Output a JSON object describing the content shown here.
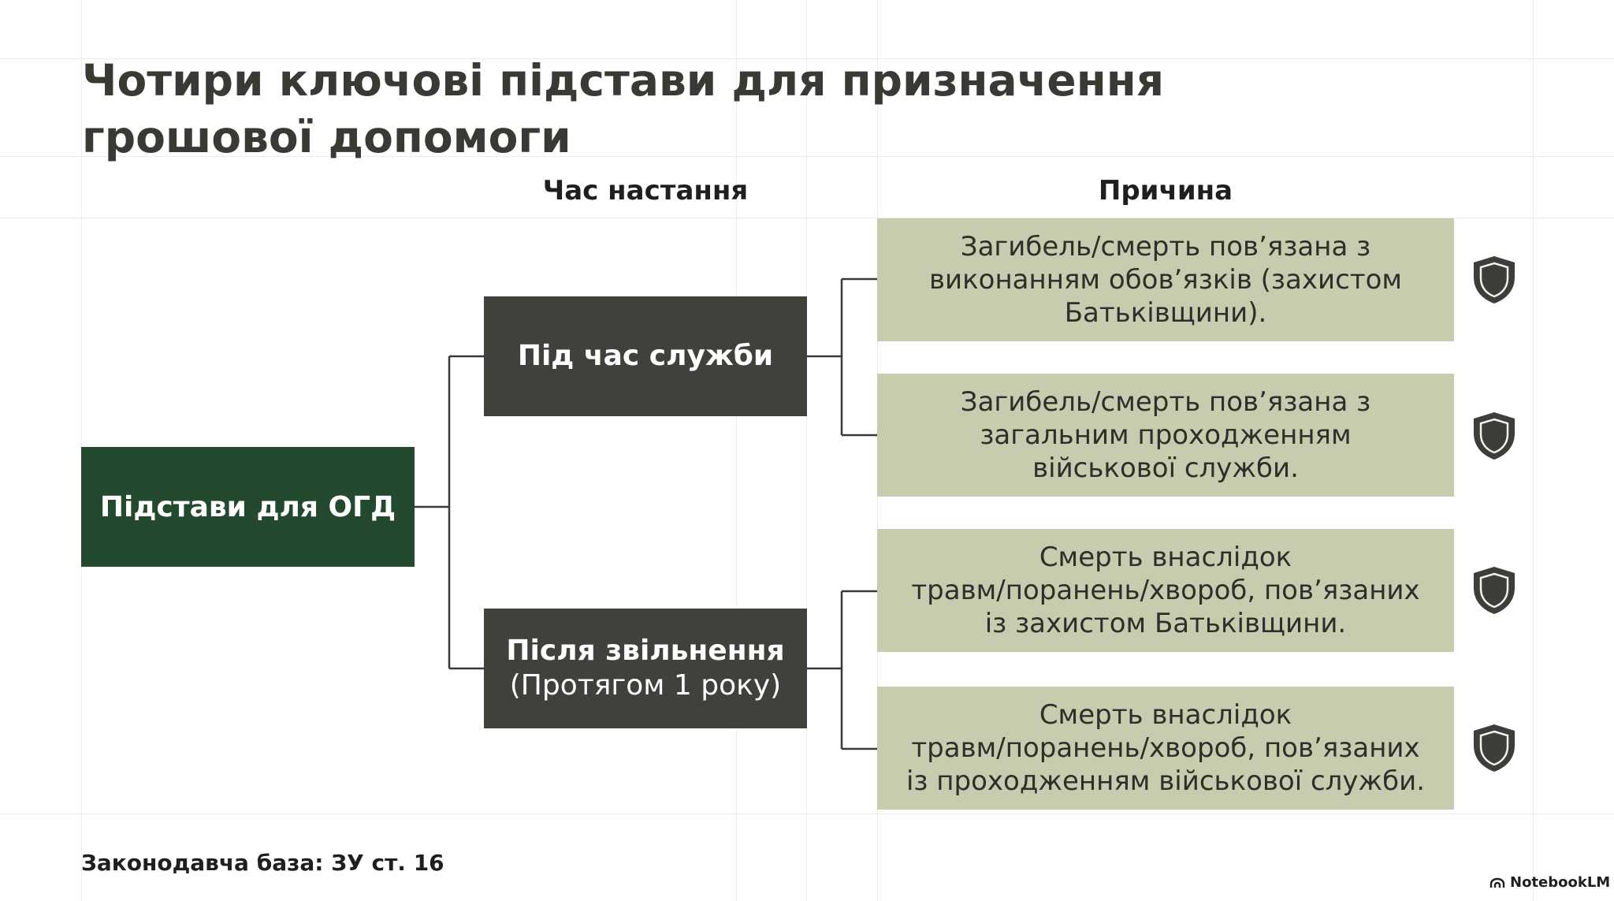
{
  "title_lines": [
    "Чотири ключові підстави для призначення",
    "грошової допомоги"
  ],
  "headers": {
    "time": "Час настання",
    "reason": "Причина"
  },
  "root": {
    "label": "Підстави для ОГД",
    "color": "#234a2e"
  },
  "time_nodes": [
    {
      "label": "Під час служби",
      "sub": ""
    },
    {
      "label": "Після звільнення",
      "sub": "(Протягом 1 року)"
    }
  ],
  "reasons": [
    {
      "lines": [
        "Загибель/смерть пов’язана з",
        "виконанням обов’язків (захистом",
        "Батьківщини)."
      ],
      "icon": "shield-icon"
    },
    {
      "lines": [
        "Загибель/смерть пов’язана з",
        "загальним проходженням",
        "військової служби."
      ],
      "icon": "shield-icon"
    },
    {
      "lines": [
        "Смерть внаслідок",
        "травм/поранень/хвороб, пов’язаних",
        "із захистом Батьківщини."
      ],
      "icon": "shield-icon"
    },
    {
      "lines": [
        "Смерть внаслідок",
        "травм/поранень/хвороб, пов’язаних",
        "із проходженням військової служби."
      ],
      "icon": "shield-icon"
    }
  ],
  "colors": {
    "time_box": "#41413c",
    "reason_box": "#c8cbae",
    "connector": "#3a3a35"
  },
  "footer": {
    "legal": "Законодавча база: ЗУ ст. 16",
    "brand": "NotebookLM",
    "brand_icon": "notebooklm-logo-icon"
  }
}
